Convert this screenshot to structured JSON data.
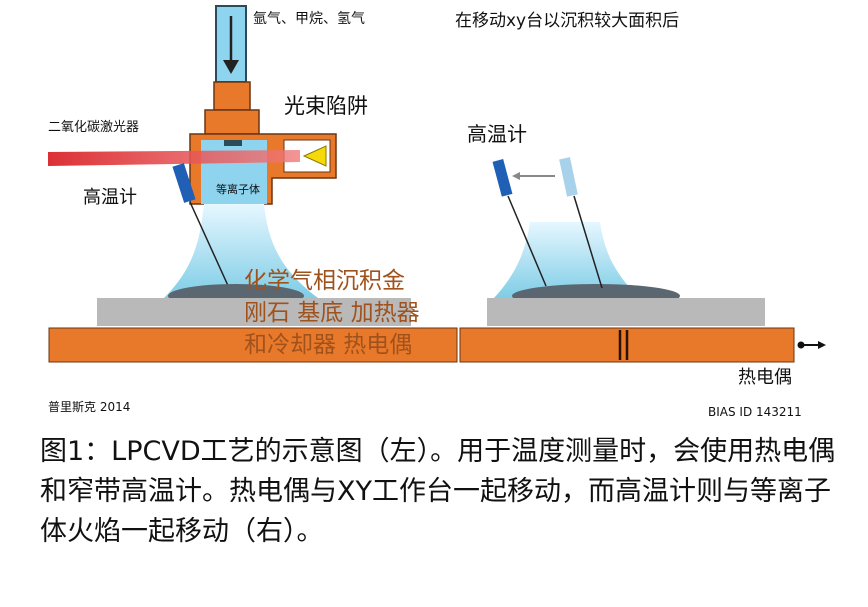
{
  "labels": {
    "gases": "氩气、甲烷、氢气",
    "after_move": "在移动xy台以沉积较大面积后",
    "beam_trap": "光束陷阱",
    "co2_laser": "二氧化碳激光器",
    "pyrometer_left": "高温计",
    "pyrometer_right": "高温计",
    "plasma": "等离子体",
    "cvd_line1": "化学气相沉积金",
    "cvd_line2": "刚石 基底 加热器",
    "cvd_line3": "和冷却器 热电偶",
    "thermocouple": "热电偶",
    "credit": "普里斯克 2014",
    "bias_id": "BIAS ID 143211"
  },
  "caption": "图1：LPCVD工艺的示意图（左）。用于温度测量时，会使用热电偶和窄带高温计。热电偶与XY工作台一起移动，而高温计则与等离子体火焰一起移动（右）。",
  "colors": {
    "orange": "#e8792a",
    "blue_chamber": "#8fd4ee",
    "laser_red": "#d9262b",
    "beam_yellow": "#f5d90a",
    "substrate_gray": "#b9b9b9",
    "pyrometer_blue": "#1f5fb5",
    "pyrometer_light": "#a8d2ea"
  }
}
